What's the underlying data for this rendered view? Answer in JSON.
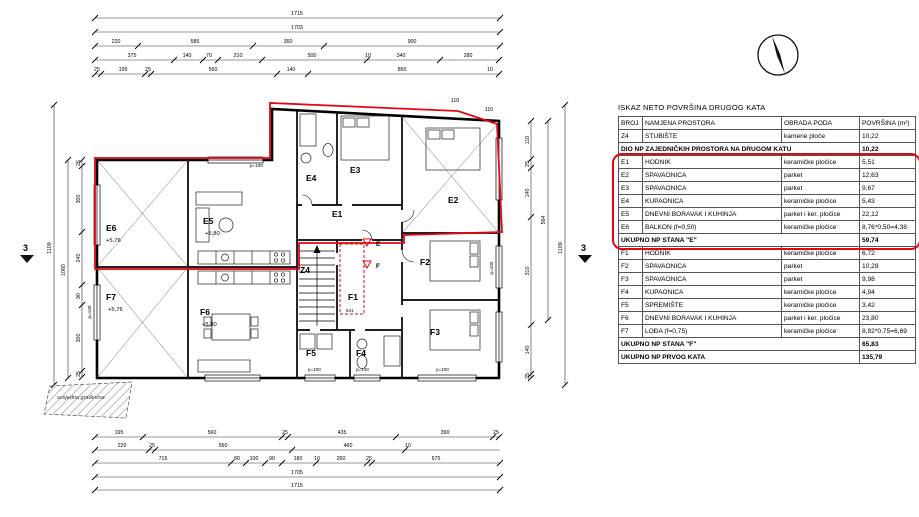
{
  "colors": {
    "highlight_red": "#e30613"
  },
  "table": {
    "title": "ISKAZ NETO POVRŠINA DRUGOG KATA",
    "headers": {
      "broj": "BROJ",
      "namjena": "NAMJENA PROSTORA",
      "obrada": "OBRADA PODA",
      "povrsina": "POVRŠINA (m²)"
    },
    "rows": [
      {
        "broj": "Z4",
        "namjena": "STUBIŠTE",
        "obrada": "kamene ploče",
        "povrsina": "10,22"
      },
      {
        "namjena": "DIO NP ZAJEDNIČKIH PROSTORA NA DRUGOM KATU",
        "povrsina": "10,22"
      },
      {
        "broj": "E1",
        "namjena": "HODNIK",
        "obrada": "keramičke pločice",
        "povrsina": "5,51"
      },
      {
        "broj": "E2",
        "namjena": "SPAVAONICA",
        "obrada": "parket",
        "povrsina": "12,63"
      },
      {
        "broj": "E3",
        "namjena": "SPAVAONICA",
        "obrada": "parket",
        "povrsina": "9,67"
      },
      {
        "broj": "E4",
        "namjena": "KUPAONICA",
        "obrada": "keramičke pločice",
        "povrsina": "5,43"
      },
      {
        "broj": "E5",
        "namjena": "DNEVNI BORAVAK I KUHINJA",
        "obrada": "parket i ker. pločice",
        "povrsina": "22,12"
      },
      {
        "broj": "E6",
        "namjena": "BALKON (f=0,50)",
        "obrada": "keramičke pločice",
        "povrsina": "8,76*0,50=4,38"
      },
      {
        "namjena": "UKUPNO NP STANA \"E\"",
        "povrsina": "59,74"
      },
      {
        "broj": "F1",
        "namjena": "HODNIK",
        "obrada": "keramičke pločice",
        "povrsina": "6,72"
      },
      {
        "broj": "F2",
        "namjena": "SPAVAONICA",
        "obrada": "parket",
        "povrsina": "10,28"
      },
      {
        "broj": "F3",
        "namjena": "SPAVAONICA",
        "obrada": "parket",
        "povrsina": "9,98"
      },
      {
        "broj": "F4",
        "namjena": "KUPAONICA",
        "obrada": "keramičke pločice",
        "povrsina": "4,94"
      },
      {
        "broj": "F5",
        "namjena": "SPREMIŠTE",
        "obrada": "keramičke pločice",
        "povrsina": "3,42"
      },
      {
        "broj": "F6",
        "namjena": "DNEVNI BORAVAK I KUHINJA",
        "obrada": "parket i ker. pločice",
        "povrsina": "23,80"
      },
      {
        "broj": "F7",
        "namjena": "LOĐA (f=0,75)",
        "obrada": "keramičke pločice",
        "povrsina": "8,92*0,75=6,69"
      },
      {
        "namjena": "UKUPNO NP STANA \"F\"",
        "povrsina": "65,83"
      },
      {
        "namjena": "UKUPNO NP PRVOG KATA",
        "povrsina": "135,79"
      }
    ]
  },
  "plan": {
    "rooms": {
      "e1": "E1",
      "e2": "E2",
      "e3": "E3",
      "e4": "E4",
      "e5": "E5",
      "e6": "E6",
      "z4": "Z4",
      "f1": "F1",
      "f2": "F2",
      "f3": "F3",
      "f4": "F4",
      "f5": "F5",
      "f6": "F6",
      "f7": "F7"
    },
    "elevations": {
      "e5": "+5,80",
      "e6": "+5,76",
      "f6": "+5,80",
      "f7": "+5,76"
    },
    "entrances": {
      "e": "E",
      "f": "F"
    },
    "section_number": "3",
    "neighbor_label": "susjedna građevina",
    "parapet_label": "p=100",
    "dims": {
      "top_total_1": "1715",
      "top_total_2": "1703",
      "top_row3": [
        "220",
        "585",
        "360",
        "900"
      ],
      "top_row4": [
        "375",
        "140",
        "70",
        "210",
        "500",
        "10",
        "340",
        "280"
      ],
      "top_row5": [
        "25",
        "195",
        "25",
        "560",
        "140",
        "850",
        "10"
      ],
      "bottom_row1": [
        "195",
        "560",
        "25",
        "435",
        "390",
        "25"
      ],
      "bottom_row2": [
        "220",
        "25",
        "560",
        "460",
        "10"
      ],
      "bottom_row3": [
        "715",
        "80",
        "100",
        "90",
        "180",
        "10",
        "260",
        "25",
        "675"
      ],
      "bottom_total_1": "1705",
      "bottom_total_2": "1715",
      "left_total_1": "1109",
      "left_total_2": "1060",
      "left_col": [
        "25",
        "300",
        "240",
        "90",
        "300",
        "25"
      ],
      "right_total": "1109",
      "right_mid": "564",
      "right_col": [
        "110",
        "25",
        "140",
        "310",
        "140",
        "25"
      ],
      "corridor": "541",
      "top_right_1": "110",
      "top_right_2": "110"
    }
  }
}
